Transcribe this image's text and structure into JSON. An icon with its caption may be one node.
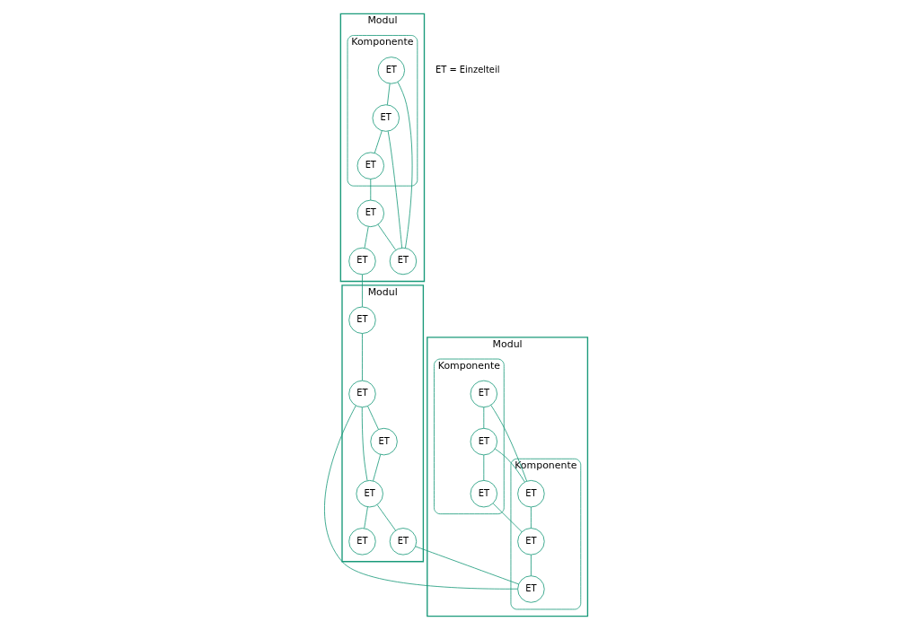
{
  "diagram": {
    "nodes": [
      {
        "text": [
          "Modul"
        ]
      },
      {
        "text": [
          "Komponente"
        ],
        "in": 0
      },
      {
        "text": [
          "ET"
        ],
        "in": 1
      },
      {
        "text": [
          "ET"
        ],
        "in": 1
      },
      {
        "text": [
          "ET"
        ],
        "in": 1
      },
      {
        "text": [
          "ET"
        ],
        "in": 0
      },
      {
        "text": [
          "ET"
        ],
        "in": 0
      },
      {
        "text": [
          "ET"
        ],
        "in": 0
      },
      {
        "text": [
          "Modul"
        ]
      },
      {
        "text": [
          "ET"
        ],
        "in": 8
      },
      {
        "text": [
          "ET"
        ],
        "in": 8
      },
      {
        "text": [
          "ET"
        ],
        "in": 8
      },
      {
        "text": [
          "ET"
        ],
        "in": 8
      },
      {
        "text": [
          "ET"
        ],
        "in": 8
      },
      {
        "text": [
          "ET"
        ],
        "in": 8
      },
      {
        "text": [
          "Modul"
        ]
      },
      {
        "text": [
          "Komponente"
        ],
        "in": 15
      },
      {
        "text": [
          "ET"
        ],
        "in": 16
      },
      {
        "text": [
          "ET"
        ],
        "in": 16
      },
      {
        "text": [
          "ET"
        ],
        "in": 16
      },
      {
        "text": [
          "Komponente"
        ],
        "in": 15
      },
      {
        "text": [
          "ET"
        ],
        "in": 20
      },
      {
        "text": [
          "ET"
        ],
        "in": 20
      },
      {
        "text": [
          "ET"
        ],
        "in": 20
      }
    ],
    "edges": [
      {
        "from": 2,
        "to": 4,
        "arrow": "none"
      },
      {
        "from": 4,
        "to": 3,
        "arrow": "none"
      },
      {
        "from": 2,
        "to": 7,
        "arrow": "none"
      },
      {
        "from": 4,
        "to": 7,
        "arrow": "none"
      },
      {
        "from": 3,
        "to": 5,
        "arrow": "none"
      },
      {
        "from": 5,
        "to": 7,
        "arrow": "none"
      },
      {
        "from": 5,
        "to": 6,
        "arrow": "none"
      },
      {
        "from": 6,
        "to": 9,
        "arrow": "none"
      },
      {
        "from": 9,
        "to": 12,
        "arrow": "none"
      },
      {
        "from": 12,
        "to": 11,
        "arrow": "none"
      },
      {
        "from": 11,
        "to": 10,
        "arrow": "none"
      },
      {
        "from": 12,
        "to": 10,
        "arrow": "none"
      },
      {
        "from": 10,
        "to": 14,
        "arrow": "none"
      },
      {
        "from": 10,
        "to": 13,
        "arrow": "none"
      },
      {
        "from": 12,
        "to": 23,
        "arrow": "none"
      },
      {
        "from": 14,
        "to": 23,
        "arrow": "none"
      },
      {
        "from": 17,
        "to": 19,
        "arrow": "none"
      },
      {
        "from": 19,
        "to": 18,
        "arrow": "none"
      },
      {
        "from": 17,
        "to": 22,
        "arrow": "none"
      },
      {
        "from": 19,
        "to": 22,
        "arrow": "none"
      },
      {
        "from": 18,
        "to": 21,
        "arrow": "none"
      },
      {
        "from": 22,
        "to": 21,
        "arrow": "none"
      },
      {
        "from": 21,
        "to": 23,
        "arrow": "none"
      }
    ],
    "labels": [
      "ET = Einzelteil"
    ]
  }
}
